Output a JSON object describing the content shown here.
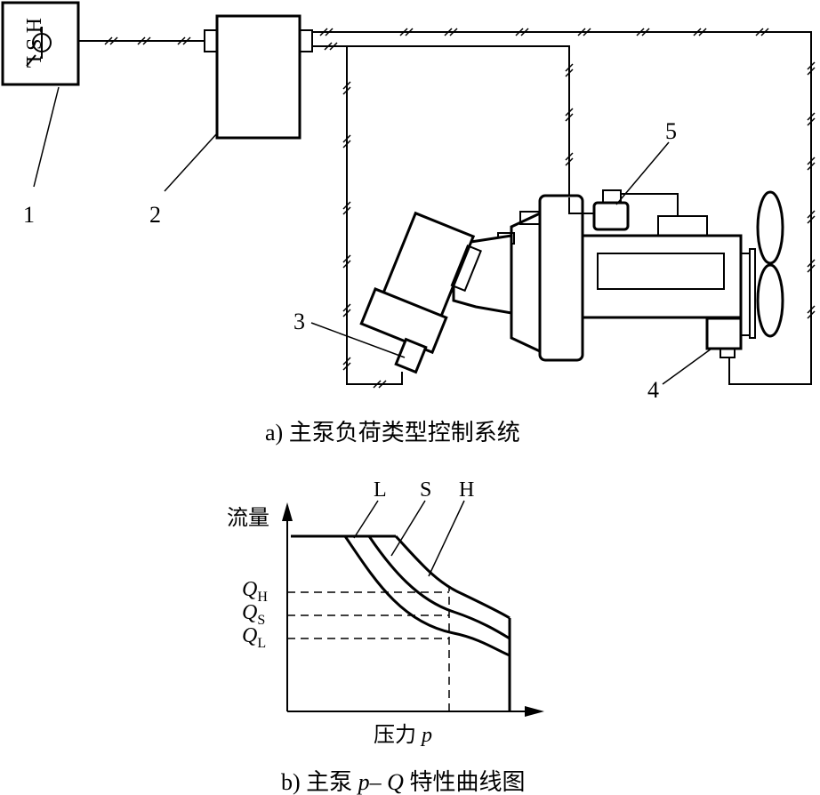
{
  "labels": {
    "part1": "1",
    "part2": "2",
    "part3": "3",
    "part4": "4",
    "part5": "5",
    "mode_switch": "H S L"
  },
  "captions": {
    "a": "a) 主泵负荷类型控制系统",
    "b_prefix": "b) 主泵 ",
    "b_italic": "p– Q",
    "b_suffix": " 特性曲线图"
  },
  "chart_data": {
    "type": "line",
    "xlabel": "压力 p",
    "xlabel_text": "压力 ",
    "xlabel_var": "p",
    "ylabel": "流量",
    "series": [
      {
        "name": "L"
      },
      {
        "name": "S"
      },
      {
        "name": "H"
      }
    ],
    "y_ticks": [
      {
        "main": "Q",
        "sub": "H"
      },
      {
        "main": "Q",
        "sub": "S"
      },
      {
        "main": "Q",
        "sub": "L"
      }
    ]
  }
}
